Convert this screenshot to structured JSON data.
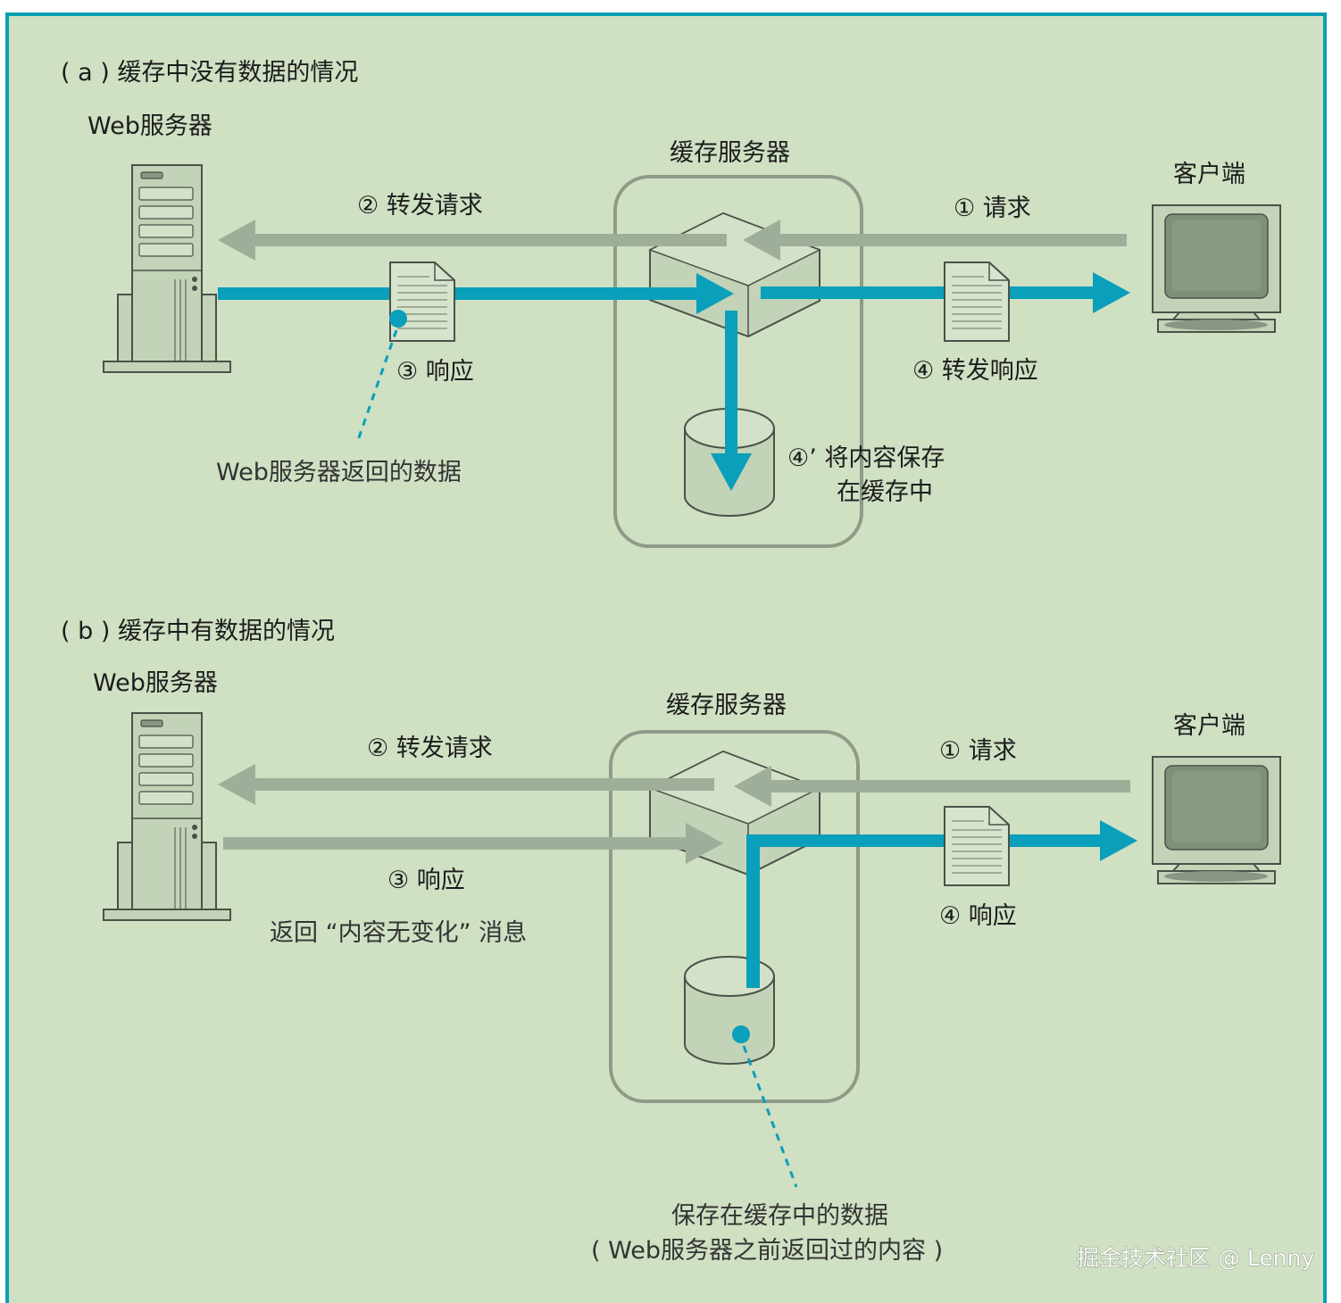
{
  "colors": {
    "background": "#cfe0c3",
    "border": "#0aa0b4",
    "response_arrow": "#0a9fba",
    "request_arrow": "#9fae98",
    "device_fill": "#c2d3b7",
    "device_stroke": "#4b5148"
  },
  "panel_a": {
    "title": "( a ) 缓存中没有数据的情况",
    "web_server": "Web服务器",
    "cache_server": "缓存服务器",
    "client": "客户端",
    "step1": "① 请求",
    "step2": "② 转发请求",
    "step3": "③ 响应",
    "step4": "④ 转发响应",
    "step4b_line1": "④’ 将内容保存",
    "step4b_line2": "在缓存中",
    "note": "Web服务器返回的数据"
  },
  "panel_b": {
    "title": "( b ) 缓存中有数据的情况",
    "web_server": "Web服务器",
    "cache_server": "缓存服务器",
    "client": "客户端",
    "step1": "① 请求",
    "step2": "② 转发请求",
    "step3": "③ 响应",
    "step3_note": "返回 “内容无变化” 消息",
    "step4": "④ 响应",
    "note_line1": "保存在缓存中的数据",
    "note_line2": "( Web服务器之前返回过的内容 )"
  },
  "watermark": "掘金技术社区 @ Lenny"
}
